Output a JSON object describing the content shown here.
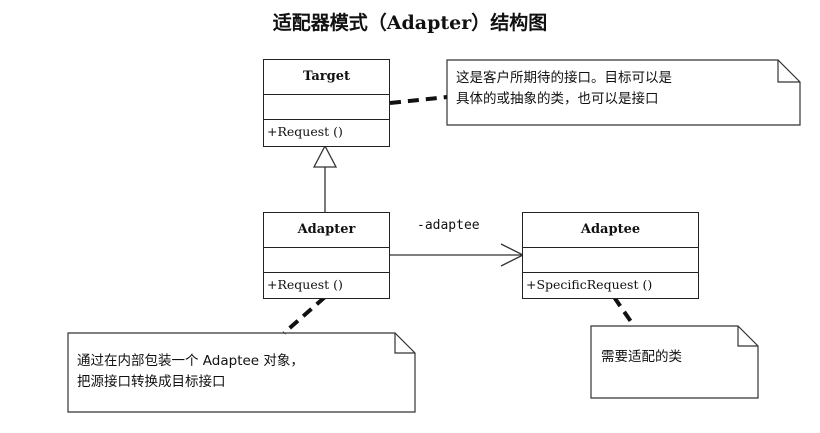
{
  "title_cn": "适配器模式（",
  "title_en": "Adapter",
  "title_tail": "）结构图",
  "classes": {
    "target": {
      "name": "Target",
      "op": "+Request ()"
    },
    "adapter": {
      "name": "Adapter",
      "op": "+Request ()"
    },
    "adaptee": {
      "name": "Adaptee",
      "op": "+SpecificRequest ()"
    }
  },
  "association_label": "-adaptee",
  "notes": {
    "target": {
      "line1": "这是客户所期待的接口。目标可以是",
      "line2": "具体的或抽象的类，也可以是接口"
    },
    "adapter": {
      "line1": "通过在内部包装一个 Adaptee 对象，",
      "line2": "把源接口转换成目标接口"
    },
    "adaptee": {
      "line1": "需要适配的类"
    }
  }
}
